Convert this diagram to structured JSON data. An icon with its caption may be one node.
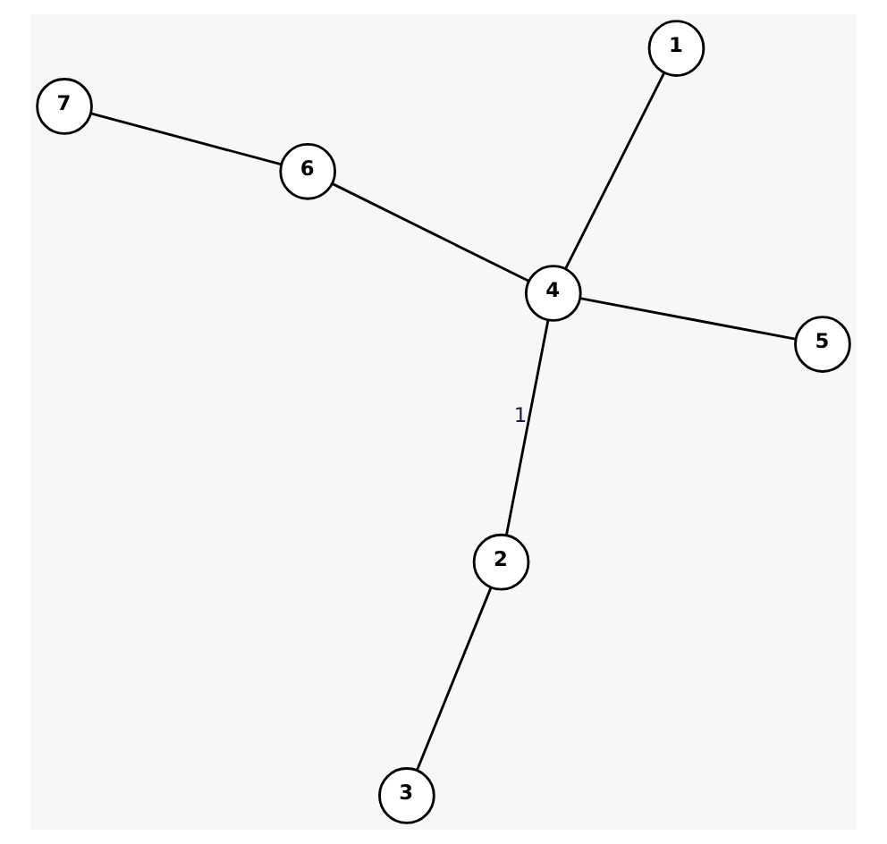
{
  "diagram": {
    "nodes": [
      {
        "text": [
          "7"
        ]
      },
      {
        "text": [
          "6"
        ]
      },
      {
        "text": [
          "3"
        ]
      },
      {
        "text": [
          "4"
        ]
      },
      {
        "text": [
          "5"
        ]
      },
      {
        "text": [
          "2"
        ]
      },
      {
        "text": [
          "1"
        ]
      }
    ],
    "edges": [
      {
        "from": 0,
        "to": 1,
        "arrow": "none"
      },
      {
        "from": 1,
        "to": 3,
        "arrow": "none"
      },
      {
        "from": 2,
        "to": 5,
        "arrow": "none"
      },
      {
        "from": 5,
        "to": 3,
        "arrow": "none",
        "label": "1"
      },
      {
        "from": 3,
        "to": 4,
        "arrow": "none"
      },
      {
        "from": 3,
        "to": 6,
        "arrow": "none"
      }
    ]
  }
}
